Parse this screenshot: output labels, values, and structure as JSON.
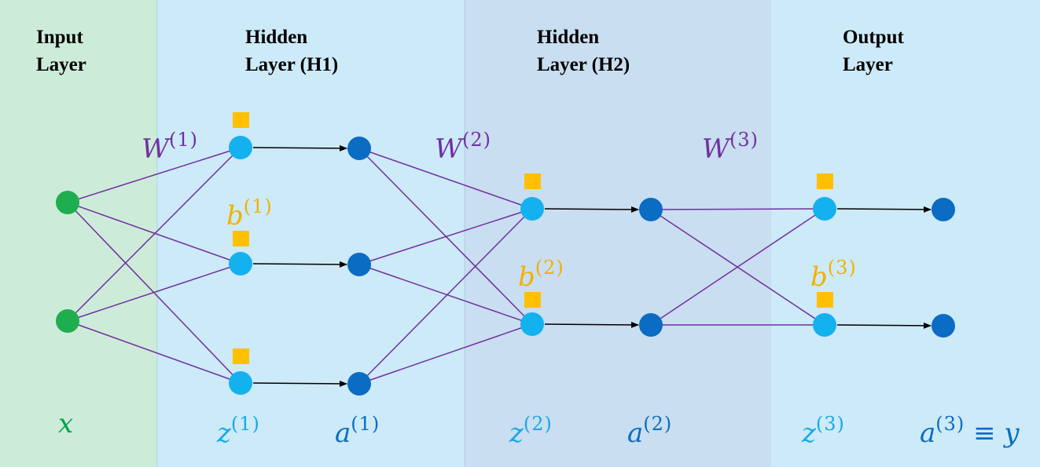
{
  "layers": [
    {
      "id": "input",
      "title_line1": "Input",
      "title_line2": "Layer",
      "color": "#cdebd9"
    },
    {
      "id": "h1",
      "title_line1": "Hidden",
      "title_line2": "Layer (H1)",
      "color": "#cdeaf8"
    },
    {
      "id": "h2",
      "title_line1": "Hidden",
      "title_line2": "Layer (H2)",
      "color": "#c9def0"
    },
    {
      "id": "output",
      "title_line1": "Output",
      "title_line2": "Layer",
      "color": "#cdeaf8"
    }
  ],
  "labels": {
    "x": {
      "base": "x"
    },
    "z1": {
      "base": "z",
      "sup": "(1)"
    },
    "a1": {
      "base": "a",
      "sup": "(1)"
    },
    "z2": {
      "base": "z",
      "sup": "(2)"
    },
    "a2": {
      "base": "a",
      "sup": "(2)"
    },
    "z3": {
      "base": "z",
      "sup": "(3)"
    },
    "a3": {
      "base": "a",
      "sup": "(3)",
      "rest": " ≡ ",
      "tail": "y"
    },
    "W1": {
      "base": "W",
      "sup": "(1)"
    },
    "W2": {
      "base": "W",
      "sup": "(2)"
    },
    "W3": {
      "base": "W",
      "sup": "(3)"
    },
    "b1": {
      "base": "b",
      "sup": "(1)"
    },
    "b2": {
      "base": "b",
      "sup": "(2)"
    },
    "b3": {
      "base": "b",
      "sup": "(3)"
    }
  },
  "colors": {
    "input_node": "#1fae4f",
    "z_node": "#14b1ef",
    "a_node": "#0a6cc2",
    "bias": "#ffc000",
    "weight": "#7030a0",
    "arrow": "#000000",
    "x_label": "#00a44a",
    "z_label": "#1aa8e8",
    "a_label": "#0a6cc2",
    "weight_label": "#7030a0",
    "bias_label": "#f2b100"
  }
}
